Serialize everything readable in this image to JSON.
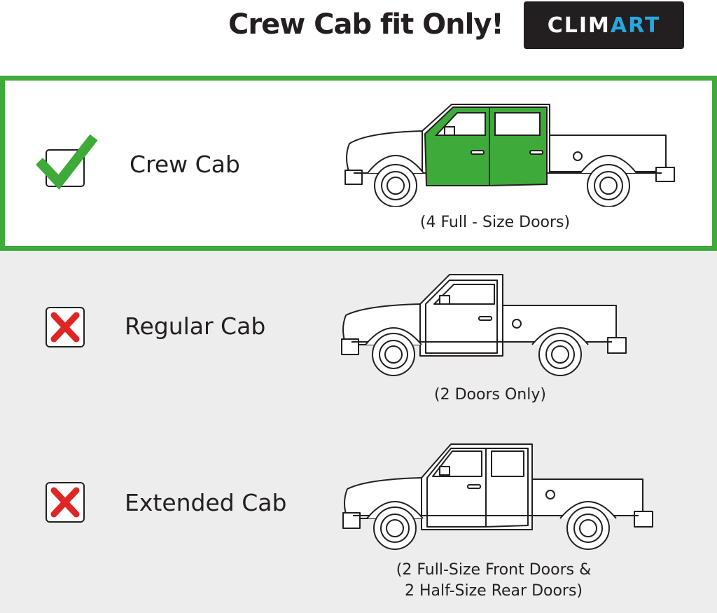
{
  "header": {
    "headline": "Crew Cab fit Only!",
    "brand": {
      "part1": "CLIM",
      "part2": "ART",
      "colors": {
        "part1": "#ffffff",
        "part2": "#29a8e0"
      }
    }
  },
  "colors": {
    "fit": "#3daa3a",
    "no_fit": "#e02525",
    "panel": "#ededed",
    "highlight_door": "#3daa3a"
  },
  "cab_types": [
    {
      "label": "Crew Cab",
      "caption": "(4 Full - Size Doors)",
      "status_icon": "checkmark-icon",
      "fits": true
    },
    {
      "label": "Regular Cab",
      "caption": "(2 Doors Only)",
      "status_icon": "x-mark-icon",
      "fits": false
    },
    {
      "label": "Extended Cab",
      "caption_lines": [
        "(2 Full-Size Front Doors &",
        "2 Half-Size Rear Doors)"
      ],
      "status_icon": "x-mark-icon",
      "fits": false
    }
  ]
}
